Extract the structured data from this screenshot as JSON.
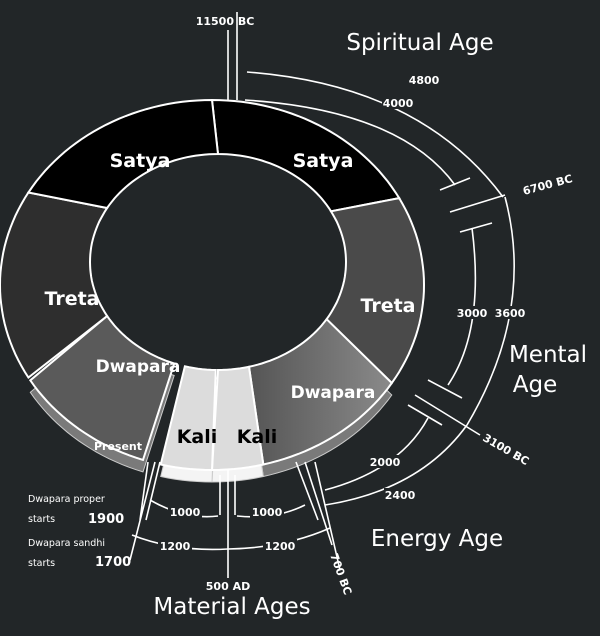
{
  "title": "Yuga Cycle",
  "ring": {
    "satya_left": "Satya",
    "satya_right": "Satya",
    "treta_left": "Treta",
    "treta_right": "Treta",
    "dwapara_left": "Dwapara",
    "dwapara_right": "Dwapara",
    "kali_left": "Kali",
    "kali_right": "Kali"
  },
  "ages": {
    "spiritual": "Spiritual Age",
    "mental_1": "Mental",
    "mental_2": "Age",
    "energy": "Energy Age",
    "material": "Material Ages"
  },
  "dates": {
    "bc_11500": "11500 BC",
    "bc_6700": "6700 BC",
    "bc_3100": "3100 BC",
    "bc_700": "700 BC",
    "ad_500": "500 AD",
    "present": "Present",
    "proper_1": "Dwapara proper",
    "proper_2": "starts",
    "proper_year": "1900",
    "sandhi_1": "Dwapara sandhi",
    "sandhi_2": "starts",
    "sandhi_year": "1700"
  },
  "durations": {
    "d4800": "4800",
    "d4000": "4000",
    "d3600": "3600",
    "d3000": "3000",
    "d2400": "2400",
    "d2000": "2000",
    "d1000_left": "1000",
    "d1000_right": "1000",
    "d1200_left": "1200",
    "d1200_right": "1200"
  },
  "colors": {
    "background": "#222628",
    "satya": "#000000",
    "treta": "#2e2e2e",
    "dwapara": "#6a6a6a",
    "kali": "#dcdcdc"
  }
}
